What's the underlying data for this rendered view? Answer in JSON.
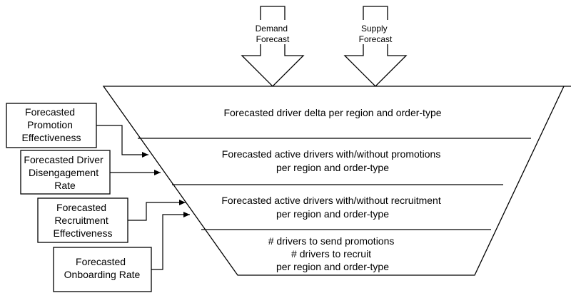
{
  "arrows": {
    "demand": [
      "Demand",
      "Forecast"
    ],
    "supply": [
      "Supply",
      "Forecast"
    ]
  },
  "funnel": {
    "layer1": [
      "Forecasted driver delta per region and order-type"
    ],
    "layer2": [
      "Forecasted active drivers with/without promotions",
      "per region and order-type"
    ],
    "layer3": [
      "Forecasted active drivers with/without recruitment",
      "per region and order-type"
    ],
    "layer4": [
      "# drivers to send promotions",
      "# drivers to recruit",
      "per region and order-type"
    ]
  },
  "inputs": {
    "promotion": [
      "Forecasted",
      "Promotion",
      "Effectiveness"
    ],
    "disengagement": [
      "Forecasted Driver",
      "Disengagement",
      "Rate"
    ],
    "recruitment": [
      "Forecasted",
      "Recruitment",
      "Effectiveness"
    ],
    "onboarding": [
      "Forecasted",
      "Onboarding Rate"
    ]
  },
  "colors": {
    "stroke": "#000000",
    "background": "#ffffff"
  }
}
